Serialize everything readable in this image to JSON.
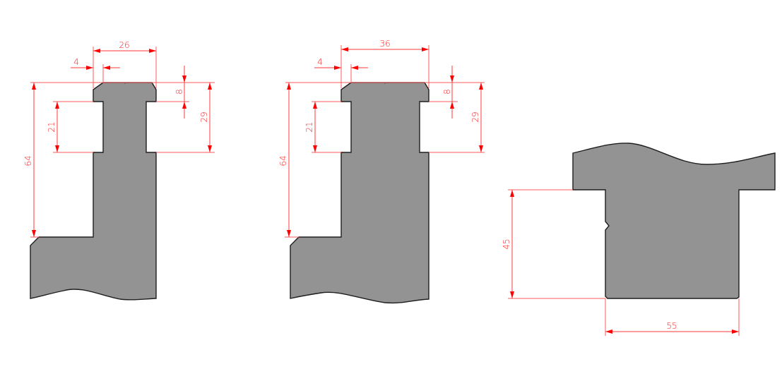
{
  "drawings": [
    {
      "id": "profile-left",
      "dimensions": {
        "top_width": "26",
        "chamfer": "4",
        "slot_offset": "8",
        "slot_bottom": "29",
        "slot_height": "21",
        "total_height": "64"
      }
    },
    {
      "id": "profile-middle",
      "dimensions": {
        "top_width": "36",
        "chamfer": "4",
        "slot_offset": "8",
        "slot_bottom": "29",
        "slot_height": "21",
        "total_height": "64"
      }
    },
    {
      "id": "profile-right",
      "dimensions": {
        "height": "45",
        "width": "55"
      }
    }
  ],
  "colors": {
    "part_fill": "#939393",
    "outline": "#1e1e1e",
    "dimension": "#ff0000",
    "background": "#ffffff"
  }
}
